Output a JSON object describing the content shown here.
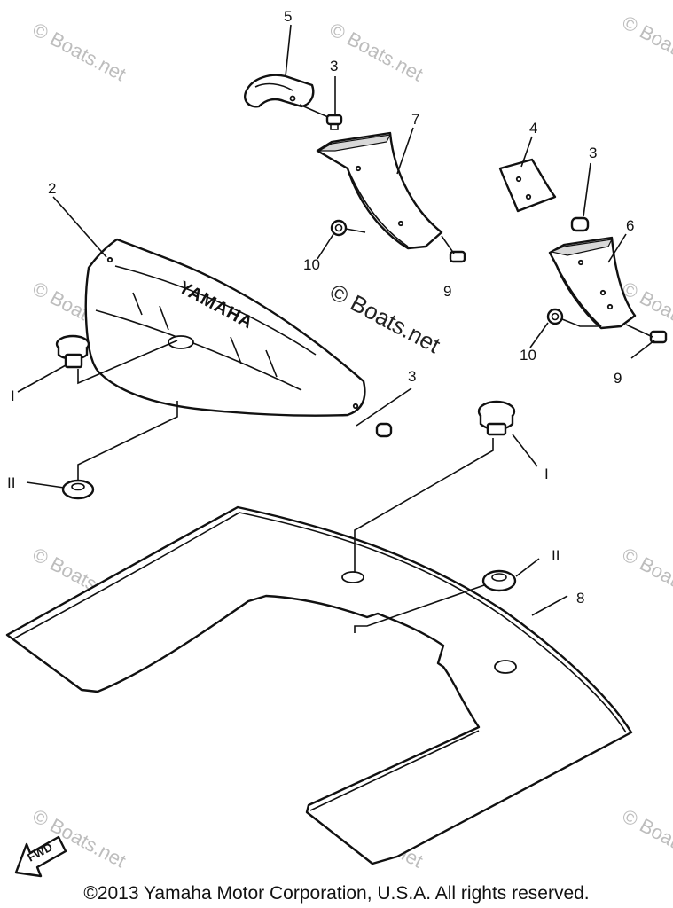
{
  "watermark": {
    "text": "© Boats.net",
    "center_text": "© Boats.net"
  },
  "brand_text": "YAMAHA",
  "fwd_label": "FWD",
  "copyright": "©2013 Yamaha Motor Corporation, U.S.A. All rights reserved.",
  "callouts": {
    "c1": "5",
    "c2": "3",
    "c3": "7",
    "c4": "4",
    "c5": "3",
    "c6": "6",
    "c7": "2",
    "c8": "10",
    "c9": "9",
    "c10": "10",
    "c11": "9",
    "c12": "I",
    "c13": "3",
    "c14": "I",
    "c15": "II",
    "c16": "II",
    "c17": "8"
  }
}
